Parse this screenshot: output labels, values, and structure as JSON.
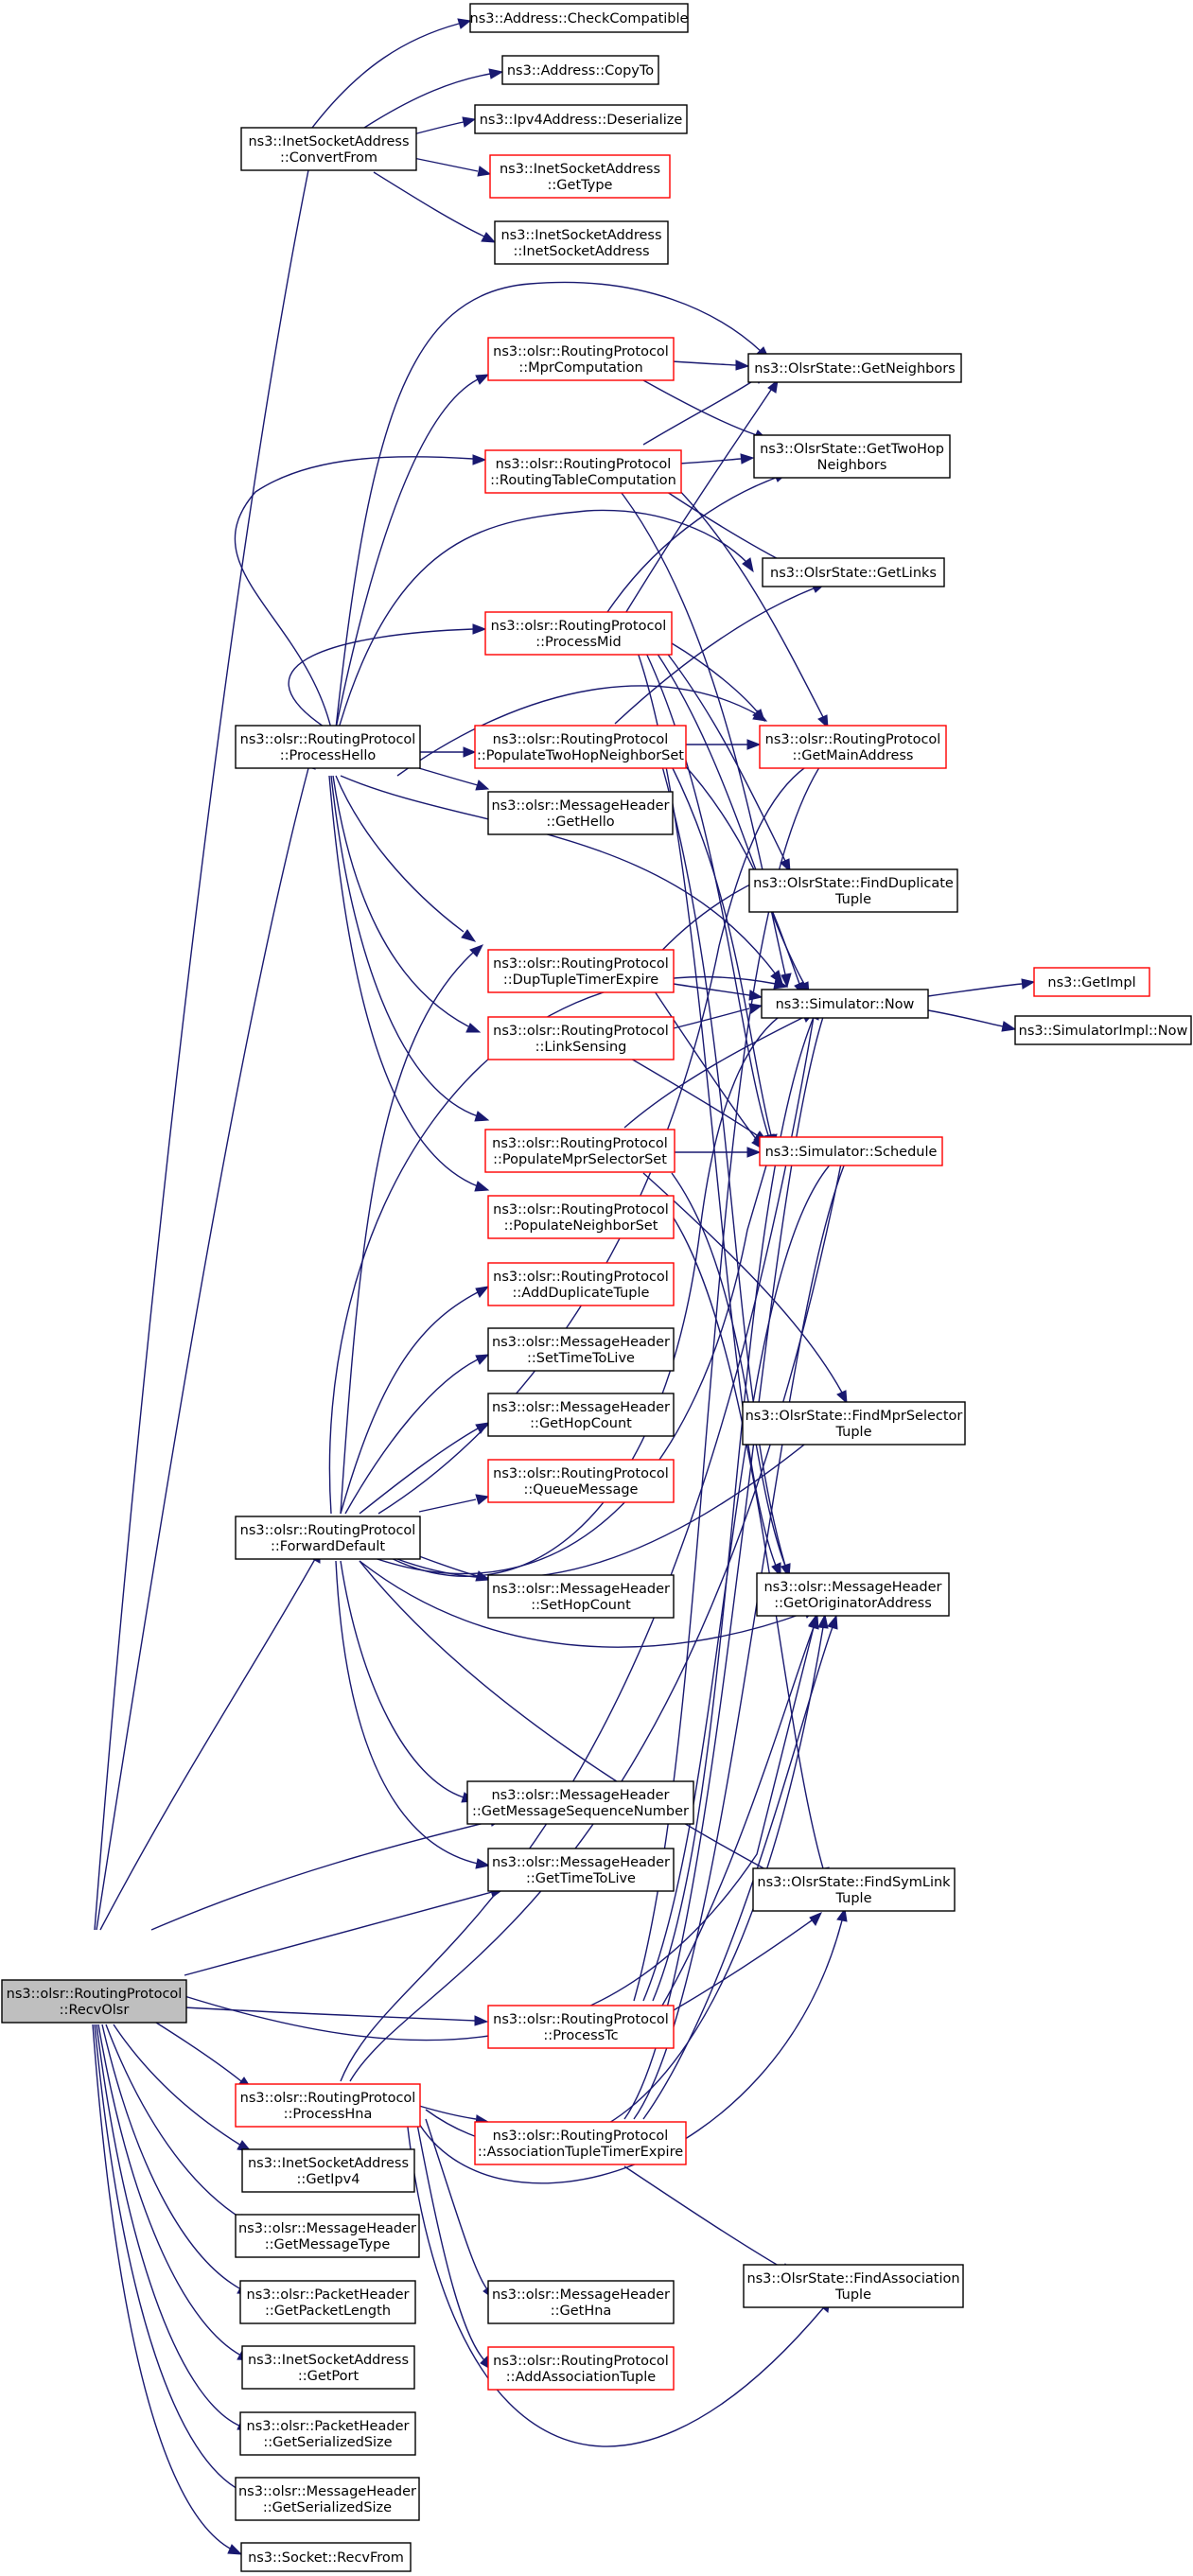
{
  "colors": {
    "edge": "#191970",
    "border_normal": "#000000",
    "border_truncated": "#ff0000",
    "root_fill": "#bfbfbf",
    "background": "#ffffff"
  },
  "nodes": [
    {
      "id": "recvolsr",
      "lines": [
        "ns3::olsr::RoutingProtocol",
        "::RecvOlsr"
      ],
      "style": "root"
    },
    {
      "id": "convertfrom",
      "lines": [
        "ns3::InetSocketAddress",
        "::ConvertFrom"
      ],
      "style": "normal"
    },
    {
      "id": "checkcompat",
      "lines": [
        "ns3::Address::CheckCompatible"
      ],
      "style": "normal"
    },
    {
      "id": "copyto",
      "lines": [
        "ns3::Address::CopyTo"
      ],
      "style": "normal"
    },
    {
      "id": "deserialize",
      "lines": [
        "ns3::Ipv4Address::Deserialize"
      ],
      "style": "normal"
    },
    {
      "id": "gettype",
      "lines": [
        "ns3::InetSocketAddress",
        "::GetType"
      ],
      "style": "truncated"
    },
    {
      "id": "inetsockaddr",
      "lines": [
        "ns3::InetSocketAddress",
        "::InetSocketAddress"
      ],
      "style": "normal"
    },
    {
      "id": "processhello",
      "lines": [
        "ns3::olsr::RoutingProtocol",
        "::ProcessHello"
      ],
      "style": "normal"
    },
    {
      "id": "mprcomp",
      "lines": [
        "ns3::olsr::RoutingProtocol",
        "::MprComputation"
      ],
      "style": "truncated"
    },
    {
      "id": "routingtable",
      "lines": [
        "ns3::olsr::RoutingProtocol",
        "::RoutingTableComputation"
      ],
      "style": "truncated"
    },
    {
      "id": "processmid",
      "lines": [
        "ns3::olsr::RoutingProtocol",
        "::ProcessMid"
      ],
      "style": "truncated"
    },
    {
      "id": "populatetwohop",
      "lines": [
        "ns3::olsr::RoutingProtocol",
        "::PopulateTwoHopNeighborSet"
      ],
      "style": "truncated"
    },
    {
      "id": "gethello",
      "lines": [
        "ns3::olsr::MessageHeader",
        "::GetHello"
      ],
      "style": "normal"
    },
    {
      "id": "getneighbors",
      "lines": [
        "ns3::OlsrState::GetNeighbors"
      ],
      "style": "normal"
    },
    {
      "id": "gettwohop",
      "lines": [
        "ns3::OlsrState::GetTwoHop",
        "Neighbors"
      ],
      "style": "normal"
    },
    {
      "id": "getlinks",
      "lines": [
        "ns3::OlsrState::GetLinks"
      ],
      "style": "normal"
    },
    {
      "id": "getmainaddr",
      "lines": [
        "ns3::olsr::RoutingProtocol",
        "::GetMainAddress"
      ],
      "style": "truncated"
    },
    {
      "id": "findduplicate",
      "lines": [
        "ns3::OlsrState::FindDuplicate",
        "Tuple"
      ],
      "style": "normal"
    },
    {
      "id": "duptupletimer",
      "lines": [
        "ns3::olsr::RoutingProtocol",
        "::DupTupleTimerExpire"
      ],
      "style": "truncated"
    },
    {
      "id": "linksensing",
      "lines": [
        "ns3::olsr::RoutingProtocol",
        "::LinkSensing"
      ],
      "style": "truncated"
    },
    {
      "id": "populatempr",
      "lines": [
        "ns3::olsr::RoutingProtocol",
        "::PopulateMprSelectorSet"
      ],
      "style": "truncated"
    },
    {
      "id": "populateneighbor",
      "lines": [
        "ns3::olsr::RoutingProtocol",
        "::PopulateNeighborSet"
      ],
      "style": "truncated"
    },
    {
      "id": "simnow",
      "lines": [
        "ns3::Simulator::Now"
      ],
      "style": "normal"
    },
    {
      "id": "getimpl",
      "lines": [
        "ns3::GetImpl"
      ],
      "style": "truncated"
    },
    {
      "id": "simimplnow",
      "lines": [
        "ns3::SimulatorImpl::Now"
      ],
      "style": "normal"
    },
    {
      "id": "simschedule",
      "lines": [
        "ns3::Simulator::Schedule"
      ],
      "style": "truncated"
    },
    {
      "id": "adddupl",
      "lines": [
        "ns3::olsr::RoutingProtocol",
        "::AddDuplicateTuple"
      ],
      "style": "truncated"
    },
    {
      "id": "settimetolive",
      "lines": [
        "ns3::olsr::MessageHeader",
        "::SetTimeToLive"
      ],
      "style": "normal"
    },
    {
      "id": "gethopcount",
      "lines": [
        "ns3::olsr::MessageHeader",
        "::GetHopCount"
      ],
      "style": "normal"
    },
    {
      "id": "queuemessage",
      "lines": [
        "ns3::olsr::RoutingProtocol",
        "::QueueMessage"
      ],
      "style": "truncated"
    },
    {
      "id": "forwarddefault",
      "lines": [
        "ns3::olsr::RoutingProtocol",
        "::ForwardDefault"
      ],
      "style": "normal"
    },
    {
      "id": "sethopcount",
      "lines": [
        "ns3::olsr::MessageHeader",
        "::SetHopCount"
      ],
      "style": "normal"
    },
    {
      "id": "findmprsel",
      "lines": [
        "ns3::OlsrState::FindMprSelector",
        "Tuple"
      ],
      "style": "normal"
    },
    {
      "id": "getorigaddr",
      "lines": [
        "ns3::olsr::MessageHeader",
        "::GetOriginatorAddress"
      ],
      "style": "normal"
    },
    {
      "id": "getmsgseq",
      "lines": [
        "ns3::olsr::MessageHeader",
        "::GetMessageSequenceNumber"
      ],
      "style": "normal"
    },
    {
      "id": "gettimetolive",
      "lines": [
        "ns3::olsr::MessageHeader",
        "::GetTimeToLive"
      ],
      "style": "normal"
    },
    {
      "id": "findsymlink",
      "lines": [
        "ns3::OlsrState::FindSymLink",
        "Tuple"
      ],
      "style": "normal"
    },
    {
      "id": "processtc",
      "lines": [
        "ns3::olsr::RoutingProtocol",
        "::ProcessTc"
      ],
      "style": "truncated"
    },
    {
      "id": "processhna",
      "lines": [
        "ns3::olsr::RoutingProtocol",
        "::ProcessHna"
      ],
      "style": "truncated"
    },
    {
      "id": "assoctupletimer",
      "lines": [
        "ns3::olsr::RoutingProtocol",
        "::AssociationTupleTimerExpire"
      ],
      "style": "truncated"
    },
    {
      "id": "getipv4",
      "lines": [
        "ns3::InetSocketAddress",
        "::GetIpv4"
      ],
      "style": "normal"
    },
    {
      "id": "getmsgtype",
      "lines": [
        "ns3::olsr::MessageHeader",
        "::GetMessageType"
      ],
      "style": "normal"
    },
    {
      "id": "getpacketlength",
      "lines": [
        "ns3::olsr::PacketHeader",
        "::GetPacketLength"
      ],
      "style": "normal"
    },
    {
      "id": "gethna",
      "lines": [
        "ns3::olsr::MessageHeader",
        "::GetHna"
      ],
      "style": "normal"
    },
    {
      "id": "findassoc",
      "lines": [
        "ns3::OlsrState::FindAssociation",
        "Tuple"
      ],
      "style": "normal"
    },
    {
      "id": "addassoc",
      "lines": [
        "ns3::olsr::RoutingProtocol",
        "::AddAssociationTuple"
      ],
      "style": "truncated"
    },
    {
      "id": "getport",
      "lines": [
        "ns3::InetSocketAddress",
        "::GetPort"
      ],
      "style": "normal"
    },
    {
      "id": "pktserialsize",
      "lines": [
        "ns3::olsr::PacketHeader",
        "::GetSerializedSize"
      ],
      "style": "normal"
    },
    {
      "id": "msgserialsize",
      "lines": [
        "ns3::olsr::MessageHeader",
        "::GetSerializedSize"
      ],
      "style": "normal"
    },
    {
      "id": "recvfrom",
      "lines": [
        "ns3::Socket::RecvFrom"
      ],
      "style": "normal"
    }
  ]
}
